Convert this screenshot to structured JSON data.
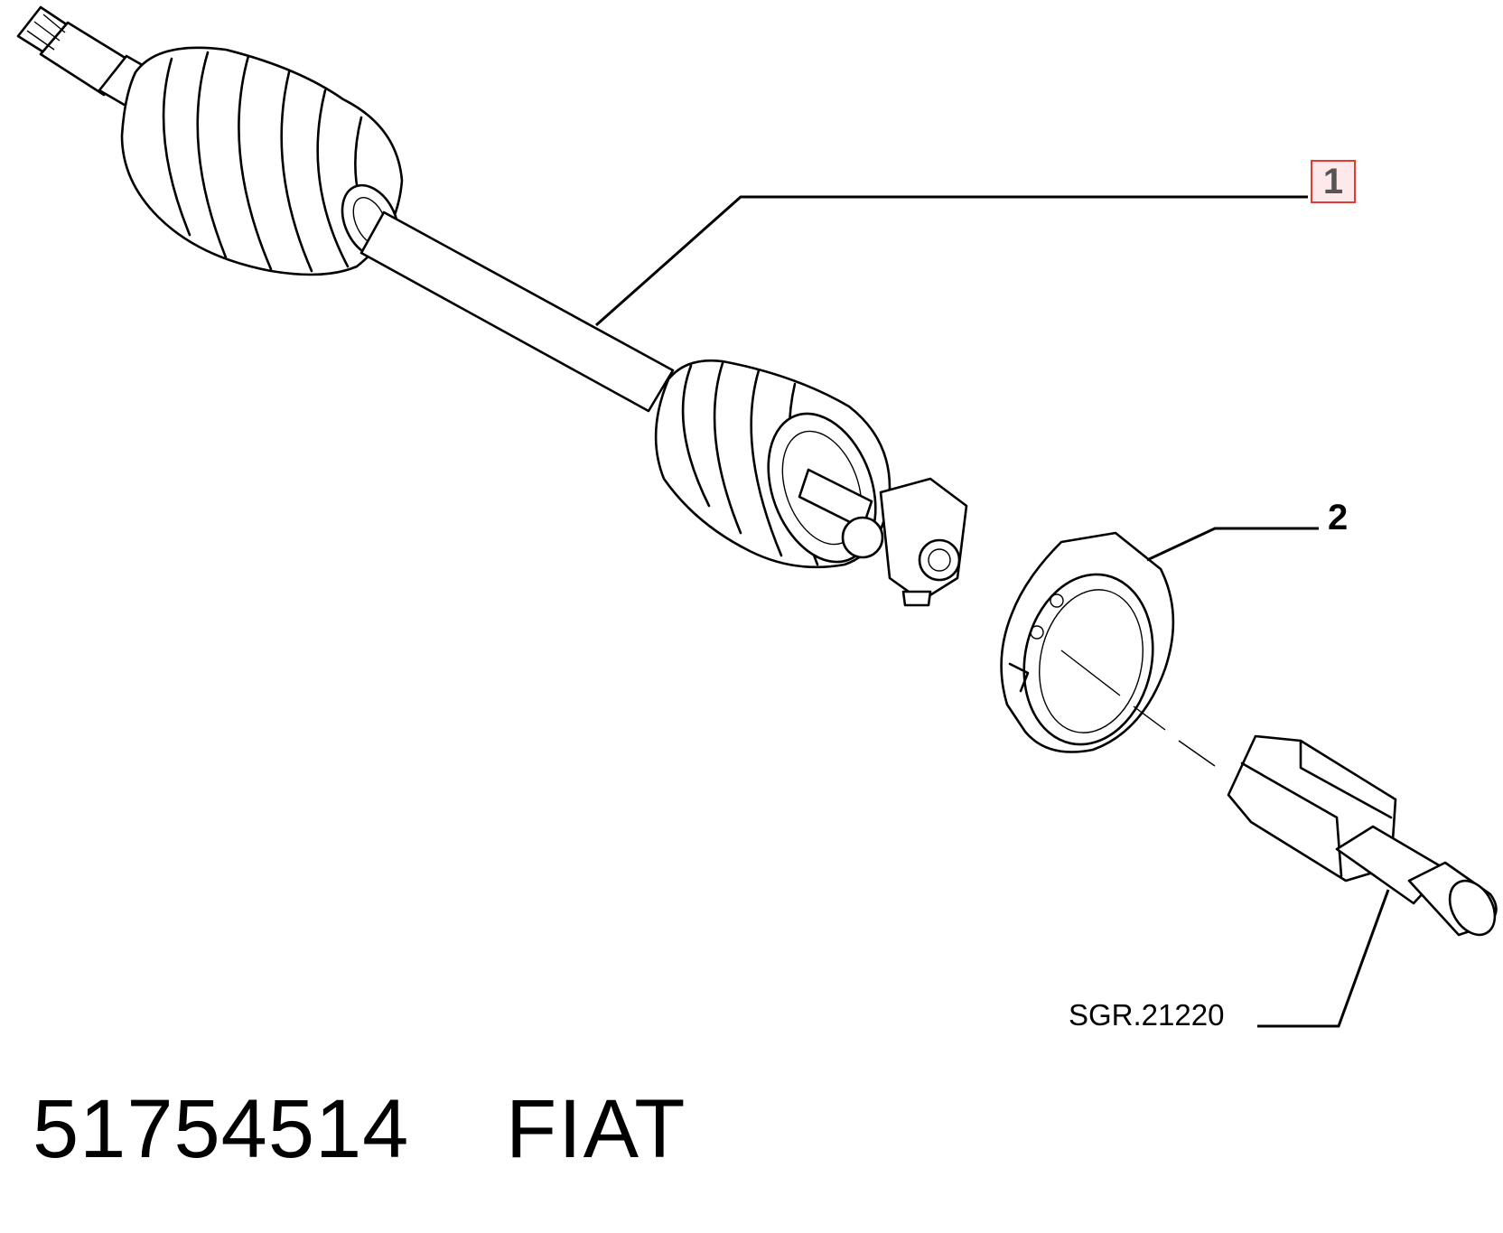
{
  "callouts": {
    "item_1": "1",
    "item_2": "2",
    "reference": "SGR.21220"
  },
  "footer": {
    "part_number": "51754514",
    "brand": "FIAT"
  },
  "colors": {
    "line": "#000000",
    "highlight_border": "#e53935",
    "highlight_fill": "#fde9ea"
  },
  "icons": [
    "drive-shaft-icon",
    "cv-boot-icon",
    "clamp-ring-icon",
    "inner-joint-stub-icon"
  ]
}
